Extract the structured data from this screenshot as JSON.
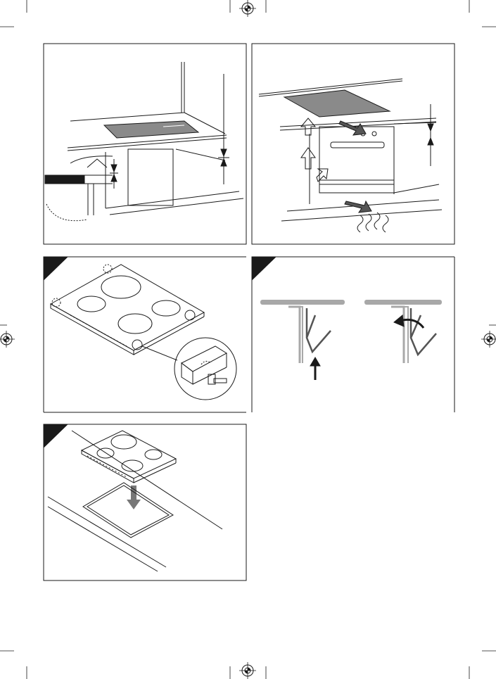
{
  "page": {
    "title": "",
    "colors": {
      "line": "#1a1a1a",
      "hob_fill": "#8a8a8a",
      "pipe_gray": "#a8a8a8",
      "corner_tab": "#1a1a1a",
      "frame": "#333333"
    },
    "panels": [
      {
        "id": "panel-cabinet-clearance",
        "text": ""
      },
      {
        "id": "panel-oven-ventilation",
        "text": ""
      },
      {
        "id": "panel-hob-clips",
        "text": ""
      },
      {
        "id": "panel-clip-detail",
        "text": ""
      },
      {
        "id": "panel-hob-insertion",
        "text": ""
      }
    ],
    "icons": [
      "registration-mark-icon",
      "up-arrow-icon",
      "down-arrow-icon",
      "curved-arrow-icon",
      "airflow-arrow-icon"
    ]
  }
}
